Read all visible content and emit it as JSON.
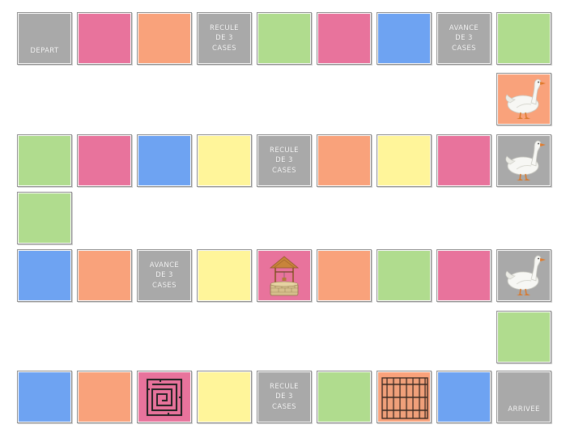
{
  "colors": {
    "gray": "#a9a9a9",
    "pink": "#e8739c",
    "orange": "#f9a27b",
    "yellow": "#fff59a",
    "green": "#b0dc8e",
    "blue": "#6ea3f2"
  },
  "board": {
    "squares": [
      {
        "color": "gray",
        "label": "DEPART"
      },
      {
        "color": "pink"
      },
      {
        "color": "orange"
      },
      {
        "color": "gray",
        "label": "RECULE\nDE 3\nCASES"
      },
      {
        "color": "green"
      },
      {
        "color": "pink"
      },
      {
        "color": "blue"
      },
      {
        "color": "gray",
        "label": "AVANCE\nDE 3\nCASES"
      },
      {
        "color": "green"
      },
      {
        "color": "orange",
        "icon": "goose-icon"
      },
      {
        "color": "green"
      },
      {
        "color": "pink"
      },
      {
        "color": "blue"
      },
      {
        "color": "yellow"
      },
      {
        "color": "gray",
        "label": "RECULE\nDE 3\nCASES"
      },
      {
        "color": "orange"
      },
      {
        "color": "yellow"
      },
      {
        "color": "pink"
      },
      {
        "color": "gray",
        "icon": "goose-icon"
      },
      {
        "color": "green"
      },
      {
        "color": "blue"
      },
      {
        "color": "orange"
      },
      {
        "color": "gray",
        "label": "AVANCE\nDE 3\nCASES"
      },
      {
        "color": "yellow"
      },
      {
        "color": "pink",
        "icon": "well-icon"
      },
      {
        "color": "orange"
      },
      {
        "color": "green"
      },
      {
        "color": "pink"
      },
      {
        "color": "gray",
        "icon": "goose-icon"
      },
      {
        "color": "green"
      },
      {
        "color": "blue"
      },
      {
        "color": "orange"
      },
      {
        "color": "pink",
        "icon": "maze-icon"
      },
      {
        "color": "yellow"
      },
      {
        "color": "gray",
        "label": "RECULE\nDE 3\nCASES"
      },
      {
        "color": "green"
      },
      {
        "color": "orange",
        "icon": "prison-icon"
      },
      {
        "color": "blue"
      },
      {
        "color": "gray",
        "label": "ARRIVEE"
      }
    ]
  }
}
